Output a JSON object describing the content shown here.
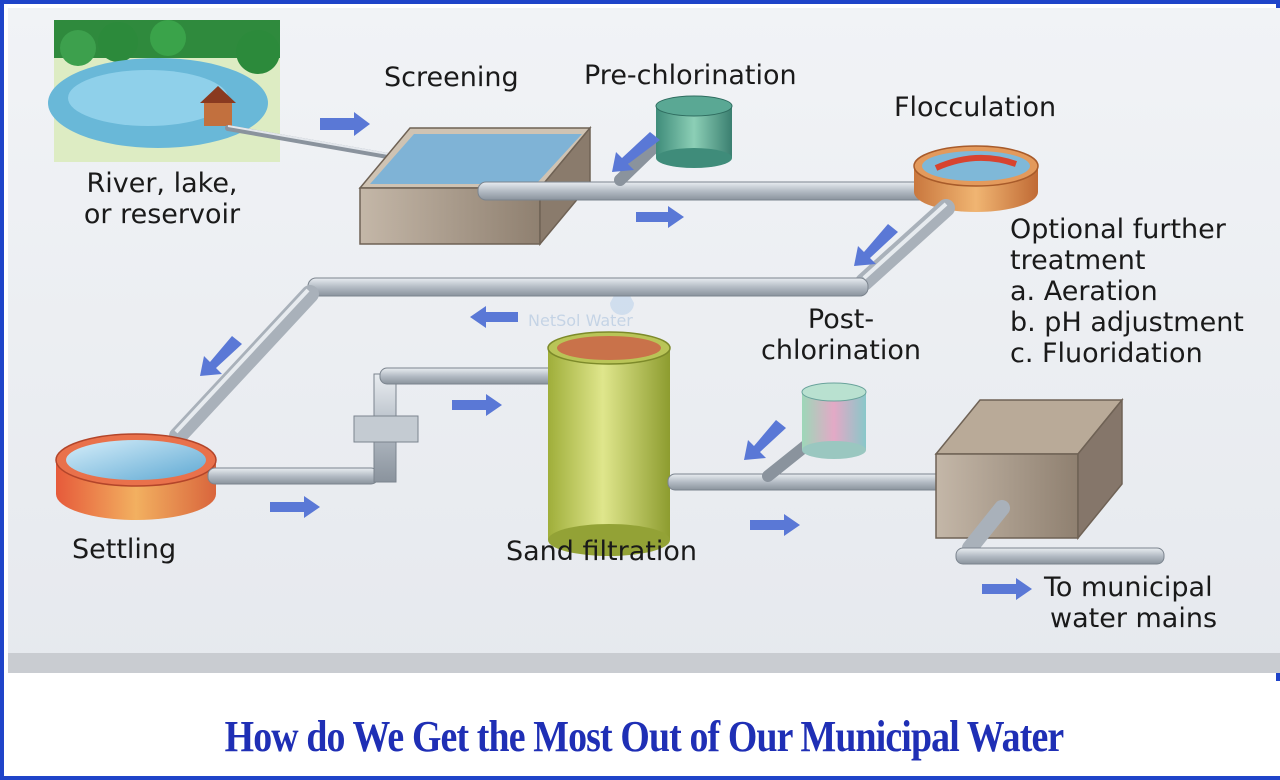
{
  "diagram": {
    "labels": {
      "source_line1": "River, lake,",
      "source_line2": "or reservoir",
      "screening": "Screening",
      "pre_chlorination": "Pre-chlorination",
      "flocculation": "Flocculation",
      "optional_line1": "Optional further",
      "optional_line2": "treatment",
      "optional_a": "a. Aeration",
      "optional_b": "b. pH adjustment",
      "optional_c": "c. Fluoridation",
      "post_chlorination_line1": "Post-",
      "post_chlorination_line2": "chlorination",
      "settling": "Settling",
      "sand_filtration": "Sand filtration",
      "municipal_line1": "To municipal",
      "municipal_line2": "water mains"
    },
    "watermark": "NetSol Water",
    "colors": {
      "background": "#eef0f4",
      "pipe": "#b9c0c8",
      "arrow": "#5a78d6",
      "water": "#8cc6e6",
      "border": "#1f44c9"
    }
  },
  "footer": {
    "title": "How do We Get the Most Out of Our Municipal Water"
  }
}
